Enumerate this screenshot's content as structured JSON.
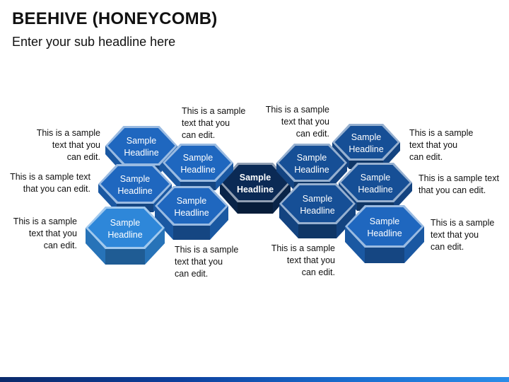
{
  "page": {
    "title": "BEEHIVE (HONEYCOMB)",
    "subtitle": "Enter your sub headline here"
  },
  "colors": {
    "center": "#0b2a55",
    "dark": "#164f96",
    "mid": "#1f67bf",
    "light": "#2e87d9",
    "footer": "#0d3f9c"
  },
  "center_cell": {
    "label_line1": "Sample",
    "label_line2": "Headline"
  },
  "cells": [
    {
      "label_line1": "Sample",
      "label_line2": "Headline"
    },
    {
      "label_line1": "Sample",
      "label_line2": "Headline"
    },
    {
      "label_line1": "Sample",
      "label_line2": "Headline"
    },
    {
      "label_line1": "Sample",
      "label_line2": "Headline"
    },
    {
      "label_line1": "Sample",
      "label_line2": "Headline"
    },
    {
      "label_line1": "Sample",
      "label_line2": "Headline"
    },
    {
      "label_line1": "Sample",
      "label_line2": "Headline"
    },
    {
      "label_line1": "Sample",
      "label_line2": "Headline"
    },
    {
      "label_line1": "Sample",
      "label_line2": "Headline"
    },
    {
      "label_line1": "Sample",
      "label_line2": "Headline"
    }
  ],
  "notes": {
    "left_top": [
      "This is a sample",
      "text that you",
      "can edit."
    ],
    "left_mid": [
      "This is a sample text",
      "that you can edit."
    ],
    "left_bottom": [
      "This is a sample",
      "text that you",
      "can edit."
    ],
    "top_left": [
      "This is a sample",
      "text that you",
      "can edit."
    ],
    "top_right": [
      "This is a sample",
      "text that you",
      "can edit."
    ],
    "bottom_left": [
      "This is a sample",
      "text that you",
      "can edit."
    ],
    "bottom_right": [
      "This is a sample",
      "text that you",
      "can edit."
    ],
    "right_top": [
      "This is a sample",
      "text that you",
      "can edit."
    ],
    "right_mid": [
      "This is a sample text",
      "that you can edit."
    ],
    "right_bottom": [
      "This is a sample",
      "text that you",
      "can edit."
    ]
  }
}
